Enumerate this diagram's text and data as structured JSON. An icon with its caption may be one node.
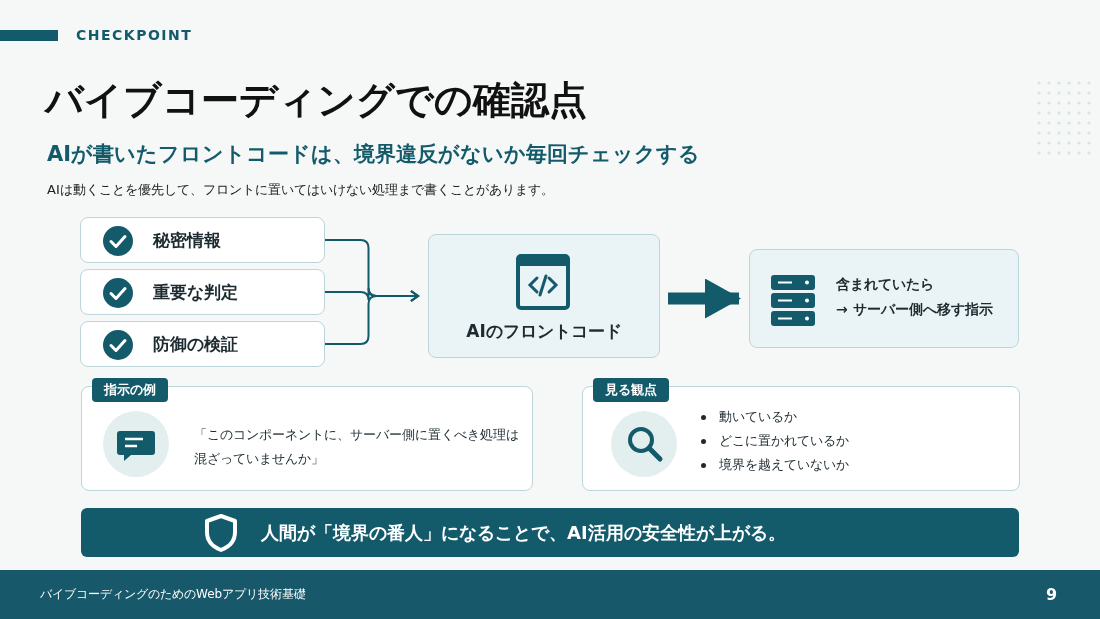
{
  "diagram": {
    "title": "バイブコーディングでの確認点",
    "nodes": [
      {
        "text": [
          "秘密情報"
        ]
      },
      {
        "text": [
          "重要な判定"
        ]
      },
      {
        "text": [
          "防御の検証"
        ]
      },
      {
        "text": [
          "AIのフロントコード"
        ]
      },
      {
        "text": [
          "含まれていたら",
          "→ サーバー側へ移す指示"
        ]
      },
      {
        "text": [
          "指示の例",
          "「このコンポーネントに、サーバー側に置くべき処理は混ざっていませんか」"
        ]
      },
      {
        "text": [
          "見る観点",
          "動いているか",
          "どこに置かれているか",
          "境界を越えていないか"
        ]
      },
      {
        "text": [
          "人間が「境界の番人」になることで、AI活用の安全性が上がる。"
        ]
      }
    ],
    "edges": [
      {
        "from": 0,
        "to": 3,
        "arrow": "to"
      },
      {
        "from": 1,
        "to": 3,
        "arrow": "to"
      },
      {
        "from": 2,
        "to": 3,
        "arrow": "to"
      },
      {
        "from": 3,
        "to": 4,
        "arrow": "to",
        "style": "thick"
      }
    ],
    "labels": [
      "CHECKPOINT",
      "AIが書いたフロントコードは、境界違反がないか毎回チェックする",
      "AIは動くことを優先して、フロントに置いてはいけない処理まで書くことがあります。",
      "バイブコーディングのためのWebアプリ技術基礎",
      "9"
    ]
  }
}
